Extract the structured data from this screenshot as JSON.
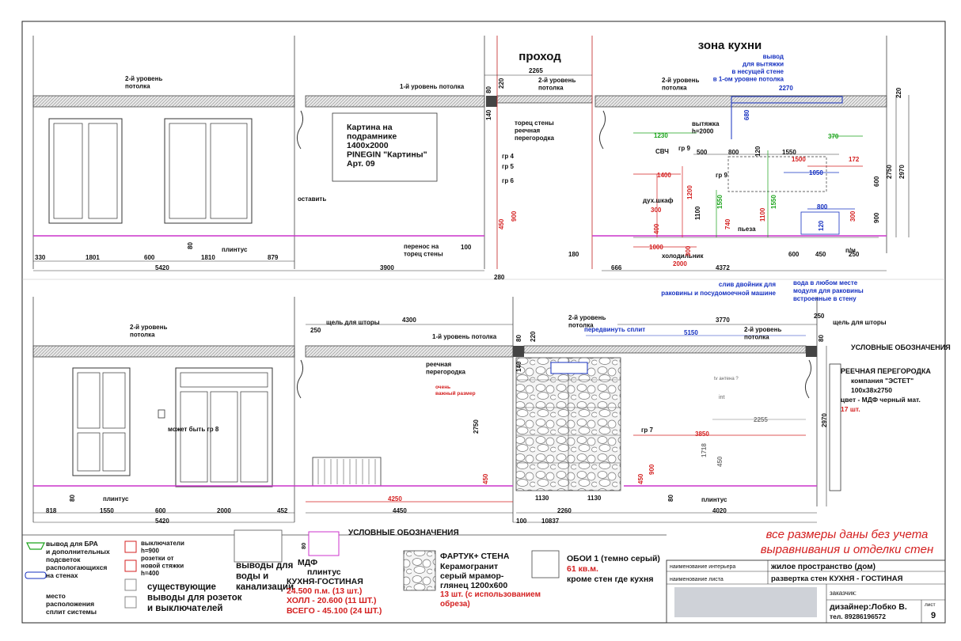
{
  "headings": {
    "passage": "проход",
    "kitchen_zone": "зона кухни",
    "legend_title_right": "УСЛОВНЫЕ ОБОЗНАЧЕНИЯ",
    "legend_title_bottom": "УСЛОВНЫЕ ОБОЗНАЧЕНИЯ"
  },
  "top_labels": {
    "ceiling2_a": [
      "2-й уровень",
      "потолка"
    ],
    "ceiling1_a": "1-й уровень потолка",
    "ceiling2_b": [
      "2-й уровень",
      "потолка"
    ],
    "ceiling2_c": [
      "2-й уровень",
      "потолка"
    ],
    "vent_note": [
      "вывод",
      "для вытяжки",
      "в несущей стене",
      "в 1-ом уровне потолка"
    ],
    "picture": [
      "Картина на",
      "подрамнике",
      "1400х2000",
      "PINEGIN \"Картины\"",
      "Арт. 09"
    ],
    "leave": "оставить",
    "plinth": "плинтус",
    "wall_end": [
      "торец стены",
      "реечная",
      "перегородка"
    ],
    "gr4": "гр 4",
    "gr5": "гр 5",
    "gr6": "гр 6",
    "transfer": [
      "перенос на",
      "торец стены"
    ],
    "hood": [
      "вытяжка",
      "h=2000"
    ],
    "microwave": "СВЧ",
    "gr9a": "гр 9",
    "gr9b": "гр 9",
    "oven": "дух.шкаф",
    "piezo": "пьеза",
    "fridge": "холодильник",
    "pm": "п/м",
    "drain": [
      "слив двойник для",
      "раковины и посудомоечной машине"
    ],
    "water": [
      "вода в любом месте",
      "модуля для раковины",
      "встроенные в стену"
    ]
  },
  "top_dims": {
    "d330": "330",
    "d1801": "1801",
    "d600a": "600",
    "d1810": "1810",
    "d879": "879",
    "d5420": "5420",
    "d80a": "80",
    "d3900": "3900",
    "d100a": "100",
    "d280": "280",
    "d180": "180",
    "d2265": "2265",
    "d80b": "80",
    "d220a": "220",
    "d140a": "140",
    "d450a": "450",
    "d900a": "900",
    "d2270": "2270",
    "d680": "680",
    "d1230": "1230",
    "d370": "370",
    "d500": "500",
    "d800a": "800",
    "d120a": "120",
    "d1550a": "1550",
    "d1500": "1500",
    "d172": "172",
    "d1050": "1050",
    "d1400": "1400",
    "d300a": "300",
    "d1200": "1200",
    "d1100a": "1100",
    "d1550b": "1550",
    "d740": "740",
    "d1100b": "1100",
    "d1550c": "1550",
    "d400": "400",
    "d1000": "1000",
    "d300b": "300",
    "d2000a": "2000",
    "d800b": "800",
    "d120b": "120",
    "d300c": "300",
    "d600b": "600",
    "d450b": "450",
    "d250a": "250",
    "d666": "666",
    "d4372": "4372",
    "d600c": "600",
    "d900b": "900",
    "d2750a": "2750",
    "d2970a": "2970",
    "d220b": "220"
  },
  "bottom_labels": {
    "ceiling2_d": [
      "2-й уровень",
      "потолка"
    ],
    "curtain_slot_a": "щель для шторы",
    "ceiling1_b": "1-й уровень потолка",
    "ceiling2_e": [
      "2-й уровень",
      "потолка"
    ],
    "move_split": "передвинуть сплит",
    "ceiling2_f": [
      "2-й уровень",
      "потолка"
    ],
    "curtain_slot_b": "щель для шторы",
    "rack_part": [
      "реечная",
      "перегородка"
    ],
    "important": [
      "очень",
      "важный размер"
    ],
    "maybe_gr8": "может быть гр 8",
    "tv": "tv антена ?",
    "int": "int",
    "gr7": "гр 7",
    "plinth_a": "плинтус",
    "plinth_b": "плинтус"
  },
  "bottom_dims": {
    "d250b": "250",
    "d4300": "4300",
    "d3770": "3770",
    "d250c": "250",
    "d80c": "80",
    "d220c": "220",
    "d5150": "5150",
    "d80d": "80",
    "d140b": "140",
    "d2750b": "2750",
    "d2970b": "2970",
    "d818": "818",
    "d1550d": "1550",
    "d600d": "600",
    "d2000b": "2000",
    "d452": "452",
    "d5420b": "5420",
    "d80e": "80",
    "d4250": "4250",
    "d4450": "4450",
    "d450c": "450",
    "d1130a": "1130",
    "d1130b": "1130",
    "d2260": "2260",
    "d100b": "100",
    "d10837": "10837",
    "d80f": "80",
    "d4020": "4020",
    "d2255": "2255",
    "d3850": "3850",
    "d1718": "1718",
    "d450d": "450",
    "d450e": "450",
    "d900c": "900"
  },
  "legend_right": {
    "title": "РЕЕЧНАЯ ПЕРЕГОРОДКА",
    "company": "компания \"ЭСТЕТ\"",
    "size": "100х38х2750",
    "color": "цвет - МДФ черный мат.",
    "qty": "17 шт."
  },
  "legend_bottom": {
    "bra": [
      "вывод для БРА",
      "и дополнительных",
      "подсветок",
      "распологающихся",
      "на стенах"
    ],
    "split": [
      "место",
      "расположения",
      "сплит системы"
    ],
    "switches": [
      "выключатели",
      "h=900"
    ],
    "sockets": [
      "розетки от",
      "новой стяжки",
      "h=400"
    ],
    "existing": [
      "существующие",
      "выводы для розеток",
      "и выключателей"
    ],
    "water_out": [
      "выводы для",
      "воды и",
      "канализации"
    ],
    "d80": "80",
    "mdf_title": "МДФ",
    "mdf_plinth": "плинтус",
    "mdf_kitchen": "КУХНЯ-ГОСТИНАЯ",
    "mdf_kitchen_qty": "24.500 п.м. (13 шт.)",
    "mdf_hall": "ХОЛЛ - 20.600 (11 ШТ.)",
    "mdf_total": "ВСЕГО - 45.100 (24 ШТ.)",
    "apron_title": "ФАРТУК+ СТЕНА",
    "apron_lines": [
      "Керамогранит",
      "серый мрамор-",
      "глянец 1200х600"
    ],
    "apron_qty": [
      "13 шт. (с использованием",
      "обреза)"
    ],
    "wallpaper_title": "ОБОИ 1 (темно серый)",
    "wallpaper_qty": "61 кв.м.",
    "wallpaper_note": "кроме стен где кухня"
  },
  "note_sizes": [
    "все размеры даны без учета",
    "выравнивания и отделки стен"
  ],
  "title_block": {
    "interior_label": "наименование интерьера",
    "interior_value": "жилое пространство (дом)",
    "sheet_label": "наименование листа",
    "sheet_value": "развертка стен КУХНЯ - ГОСТИНАЯ",
    "customer_label": "заказчик:",
    "designer": "дизайнер:Лобко В.",
    "phone": "тел. 89286196572",
    "sheet_no_label": "лист",
    "sheet_no": "9"
  },
  "colors": {
    "green": "#1aa31a",
    "red": "#d42020",
    "blue": "#1530c0",
    "magenta": "#cc33cc",
    "dimred": "#a01818"
  }
}
